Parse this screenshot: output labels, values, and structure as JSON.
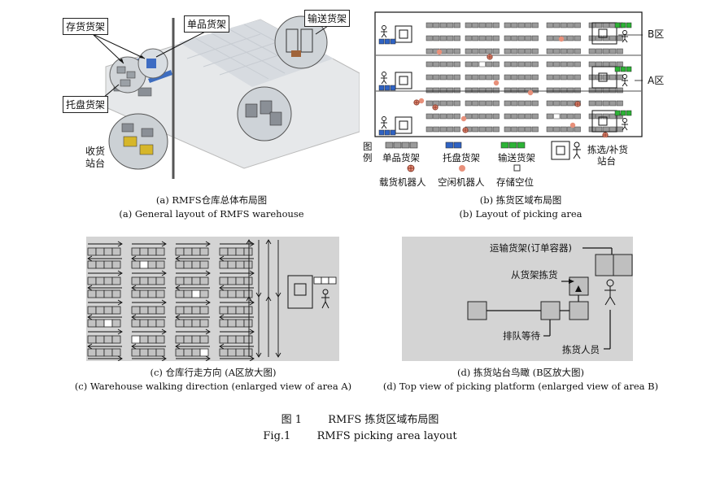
{
  "panel_a": {
    "labels": {
      "storage_rack": "存货货架",
      "single_rack": "单品货架",
      "conveyor_rack": "输送货架",
      "pallet_rack": "托盘货架",
      "receiving": "收货\n站台",
      "receiving_l1": "收货",
      "receiving_l2": "站台"
    },
    "caption_cn": "(a) RMFS仓库总体布局图",
    "caption_en": "(a) General layout of RMFS warehouse"
  },
  "panel_b": {
    "zone_b": "B区",
    "zone_a": "A区",
    "legend_title_1": "图",
    "legend_title_2": "例",
    "legend": {
      "single_rack": "单品货架",
      "pallet_rack": "托盘货架",
      "conveyor_rack": "输送货架",
      "pick_station_1": "拣选/补货",
      "pick_station_2": "站台",
      "loaded_robot": "载货机器人",
      "idle_robot": "空闲机器人",
      "empty_slot": "存储空位"
    },
    "colors": {
      "single": "#9a9a9a",
      "pallet": "#2f63c4",
      "conveyor": "#2db336",
      "idle_robot": "#e8907a"
    },
    "caption_cn": "(b) 拣货区域布局图",
    "caption_en": "(b) Layout of picking area"
  },
  "panel_c": {
    "caption_cn": "(c) 仓库行走方向 (A区放大图)",
    "caption_en": "(c) Warehouse walking direction (enlarged view of area A)"
  },
  "panel_d": {
    "labels": {
      "transport_rack": "运输货架(订单容器)",
      "pick_from_rack": "从货架拣货",
      "queue_wait": "排队等待",
      "picker": "拣货人员"
    },
    "caption_cn": "(d) 拣货站台鸟瞰 (B区放大图)",
    "caption_en": "(d) Top view of picking platform (enlarged view of area B)"
  },
  "figure": {
    "num_cn": "图 1",
    "title_cn": "RMFS 拣货区域布局图",
    "num_en": "Fig.1",
    "title_en": "RMFS picking area layout"
  }
}
